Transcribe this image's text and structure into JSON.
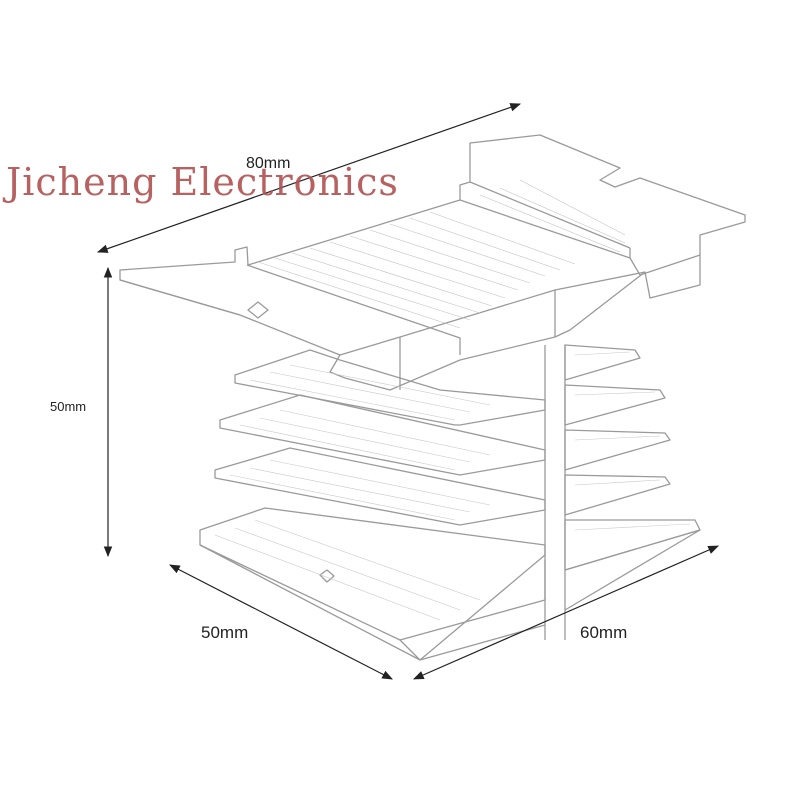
{
  "watermark": "Jicheng Electronics",
  "dimensions": {
    "top_length": "80mm",
    "height": "50mm",
    "depth": "50mm",
    "width": "60mm"
  },
  "colors": {
    "outline": "#9a9a9a",
    "arrow": "#222222",
    "watermark": "#b05050"
  }
}
